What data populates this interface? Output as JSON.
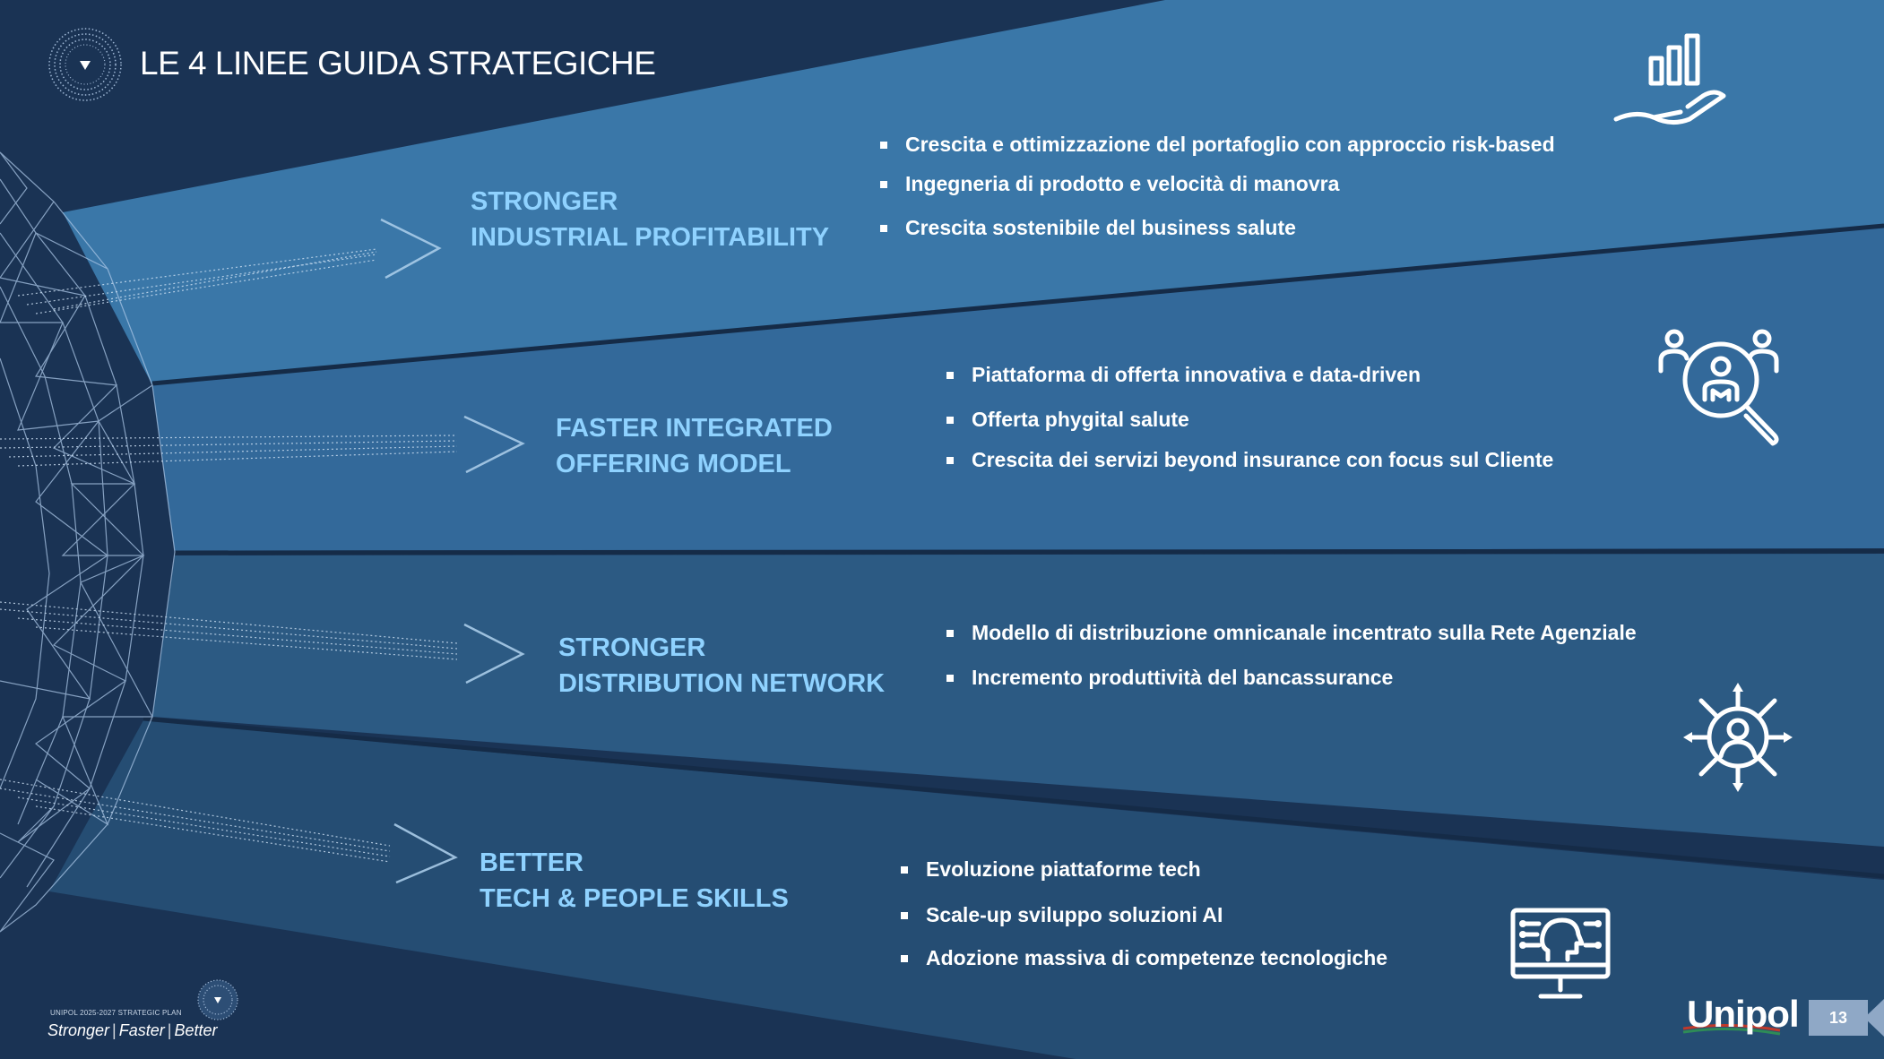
{
  "header": {
    "title": "LE 4 LINEE GUIDA STRATEGICHE",
    "logo_icon": "dotted-sphere-icon"
  },
  "guidelines": [
    {
      "title_line1": "STRONGER",
      "title_line2": "INDUSTRIAL PROFITABILITY",
      "icon": "hand-bar-chart-icon",
      "bullets": [
        "Crescita e ottimizzazione del portafoglio con approccio risk-based",
        "Ingegneria di prodotto e velocità di manovra",
        "Crescita sostenibile del business salute"
      ]
    },
    {
      "title_line1": "FASTER INTEGRATED",
      "title_line2": "OFFERING MODEL",
      "icon": "people-magnifier-icon",
      "bullets": [
        "Piattaforma di offerta innovativa e data-driven",
        "Offerta phygital salute",
        "Crescita dei servizi beyond insurance con focus sul Cliente"
      ]
    },
    {
      "title_line1": "STRONGER",
      "title_line2": "DISTRIBUTION NETWORK",
      "icon": "user-network-icon",
      "bullets": [
        "Modello di distribuzione omnicanale incentrato sulla Rete Agenziale",
        "Incremento produttività del bancassurance"
      ]
    },
    {
      "title_line1": "BETTER",
      "title_line2": "TECH & PEOPLE SKILLS",
      "icon": "monitor-ai-head-icon",
      "bullets": [
        "Evoluzione piattaforme tech",
        "Scale-up sviluppo soluzioni AI",
        "Adozione massiva di competenze tecnologiche"
      ]
    }
  ],
  "footer": {
    "plan_label": "UNIPOL 2025-2027 STRATEGIC PLAN",
    "tagline_1": "Stronger",
    "tagline_2": "Faster",
    "tagline_3": "Better",
    "separator": "|",
    "brand": "Unipol",
    "page_number": "13"
  },
  "colors": {
    "background": "#1a3354",
    "band_1": "#3a77a8",
    "band_2": "#33699a",
    "band_3": "#2c5a83",
    "band_4": "#254d73",
    "accent_title": "#8fd2ff",
    "text": "#ffffff"
  }
}
